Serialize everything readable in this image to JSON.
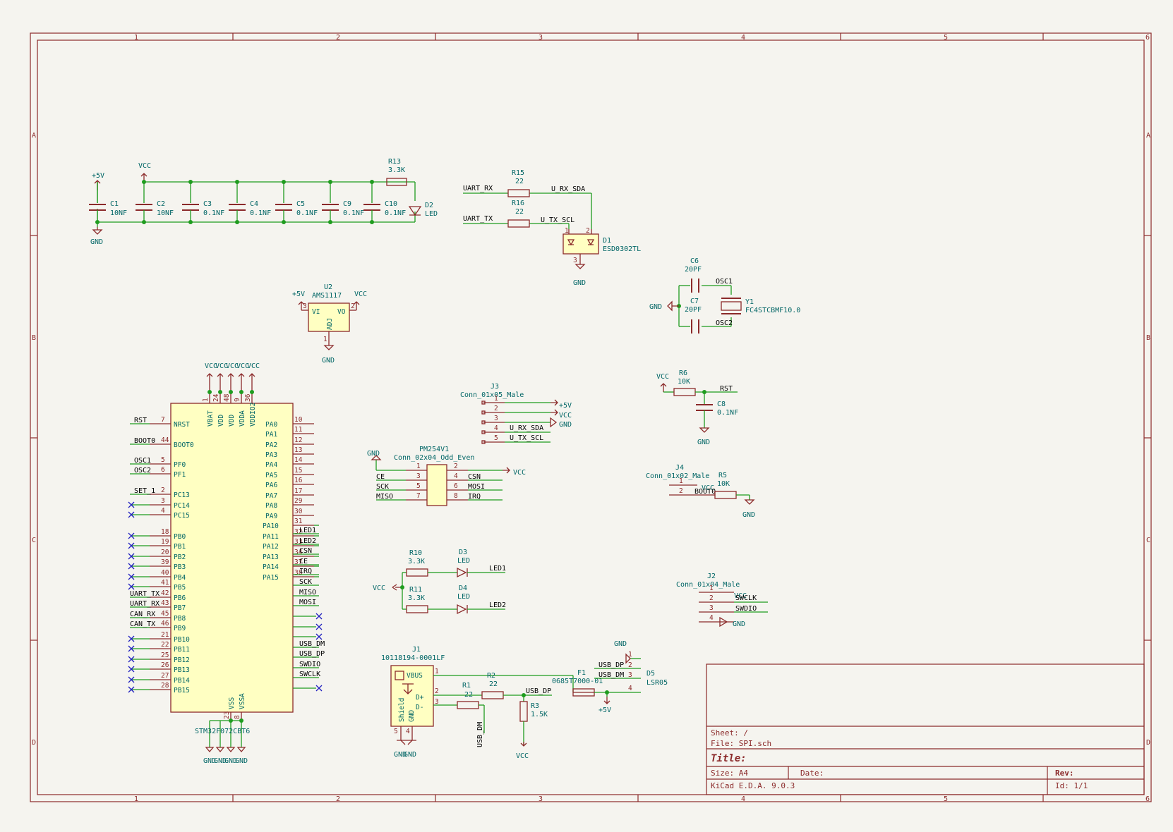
{
  "grid": {
    "cols": [
      "1",
      "2",
      "3",
      "4",
      "5",
      "6"
    ],
    "rows": [
      "A",
      "B",
      "C",
      "D"
    ]
  },
  "title_block": {
    "sheet": "Sheet: /",
    "file": "File: SPI.sch",
    "title": "Title:",
    "size": "Size: A4",
    "date": "Date:",
    "rev": "Rev:",
    "tool": "KiCad E.D.A. 9.0.3",
    "id": "Id: 1/1"
  },
  "power": {
    "p5v": "+5V",
    "vcc": "VCC",
    "gnd": "GND"
  },
  "caps": [
    {
      "ref": "C1",
      "val": "10NF"
    },
    {
      "ref": "C2",
      "val": "10NF"
    },
    {
      "ref": "C3",
      "val": "0.1NF"
    },
    {
      "ref": "C4",
      "val": "0.1NF"
    },
    {
      "ref": "C5",
      "val": "0.1NF"
    },
    {
      "ref": "C9",
      "val": "0.1NF"
    },
    {
      "ref": "C10",
      "val": "0.1NF"
    }
  ],
  "r13": {
    "ref": "R13",
    "val": "3.3K"
  },
  "d2": {
    "ref": "D2",
    "val": "LED"
  },
  "r15": {
    "ref": "R15",
    "val": "22"
  },
  "r16": {
    "ref": "R16",
    "val": "22"
  },
  "d1": {
    "ref": "D1",
    "val": "ESD0302TL"
  },
  "nets": {
    "uart_rx": "UART_RX",
    "uart_tx": "UART_TX",
    "u_rx_sda": "U_RX_SDA",
    "u_tx_scl": "U_TX_SCL",
    "osc1": "OSC1",
    "osc2": "OSC2",
    "rst": "RST",
    "boot0": "BOOT0",
    "set_1": "SET_1",
    "can_rx": "CAN_RX",
    "can_tx": "CAN_TX",
    "led1": "LED1",
    "led2": "LED2",
    "csn": "CSN",
    "ce": "CE",
    "irq": "IRQ",
    "sck": "SCK",
    "miso": "MISO",
    "mosi": "MOSI",
    "usb_dm": "USB_DM",
    "usb_dp": "USB_DP",
    "swdio": "SWDIO",
    "swclk": "SWCLK"
  },
  "u2": {
    "ref": "U2",
    "val": "AMS1117",
    "vi": "VI",
    "vo": "VO",
    "adj": "ADJ"
  },
  "c6": {
    "ref": "C6",
    "val": "20PF"
  },
  "c7": {
    "ref": "C7",
    "val": "20PF"
  },
  "y1": {
    "ref": "Y1",
    "val": "FC4STCBMF10.0"
  },
  "r6": {
    "ref": "R6",
    "val": "10K"
  },
  "c8": {
    "ref": "C8",
    "val": "0.1NF"
  },
  "j3": {
    "ref": "J3",
    "val": "Conn_01x05_Male"
  },
  "pm": {
    "ref": "PM254V1",
    "val": "Conn_02x04_Odd_Even"
  },
  "j4": {
    "ref": "J4",
    "val": "Conn_01x02_Male"
  },
  "r5": {
    "ref": "R5",
    "val": "10K"
  },
  "r10": {
    "ref": "R10",
    "val": "3.3K"
  },
  "r11": {
    "ref": "R11",
    "val": "3.3K"
  },
  "d3": {
    "ref": "D3",
    "val": "LED"
  },
  "d4": {
    "ref": "D4",
    "val": "LED"
  },
  "j2": {
    "ref": "J2",
    "val": "Conn_01x04_Male"
  },
  "j1": {
    "ref": "J1",
    "val": "10118194-0001LF",
    "vbus": "VBUS",
    "dp": "D+",
    "dm": "D-",
    "shield": "Shield",
    "gnd": "GND"
  },
  "r1": {
    "ref": "R1",
    "val": "22"
  },
  "r2": {
    "ref": "R2",
    "val": "22"
  },
  "r3": {
    "ref": "R3",
    "val": "1.5K"
  },
  "f1": {
    "ref": "F1",
    "val": "0685T7000-01"
  },
  "d5": {
    "ref": "D5",
    "val": "LSR05"
  },
  "u1": {
    "val": "STM32F072CBT6",
    "top": [
      "VBAT",
      "VDD",
      "VDD",
      "VDDA",
      "VDDIO2"
    ],
    "top_num": [
      "1",
      "24",
      "48",
      "9",
      "36"
    ],
    "bottom": [
      "VSS",
      "VSSA"
    ],
    "bottom_num": [
      "23",
      "8"
    ],
    "left": [
      {
        "name": "NRST",
        "num": "7"
      },
      {
        "name": "BOOT0",
        "num": "44"
      },
      {
        "name": "PF0",
        "num": "5"
      },
      {
        "name": "PF1",
        "num": "6"
      },
      {
        "name": "PC13",
        "num": "2"
      },
      {
        "name": "PC14",
        "num": "3"
      },
      {
        "name": "PC15",
        "num": "4"
      },
      {
        "name": "PB0",
        "num": "18"
      },
      {
        "name": "PB1",
        "num": "19"
      },
      {
        "name": "PB2",
        "num": "20"
      },
      {
        "name": "PB3",
        "num": "39"
      },
      {
        "name": "PB4",
        "num": "40"
      },
      {
        "name": "PB5",
        "num": "41"
      },
      {
        "name": "PB6",
        "num": "42"
      },
      {
        "name": "PB7",
        "num": "43"
      },
      {
        "name": "PB8",
        "num": "45"
      },
      {
        "name": "PB9",
        "num": "46"
      },
      {
        "name": "PB10",
        "num": "21"
      },
      {
        "name": "PB11",
        "num": "22"
      },
      {
        "name": "PB12",
        "num": "25"
      },
      {
        "name": "PB13",
        "num": "26"
      },
      {
        "name": "PB14",
        "num": "27"
      },
      {
        "name": "PB15",
        "num": "28"
      }
    ],
    "right": [
      {
        "name": "PA0",
        "num": "10"
      },
      {
        "name": "PA1",
        "num": "11"
      },
      {
        "name": "PA2",
        "num": "12"
      },
      {
        "name": "PA3",
        "num": "13"
      },
      {
        "name": "PA4",
        "num": "14"
      },
      {
        "name": "PA5",
        "num": "15"
      },
      {
        "name": "PA6",
        "num": "16"
      },
      {
        "name": "PA7",
        "num": "17"
      },
      {
        "name": "PA8",
        "num": "29"
      },
      {
        "name": "PA9",
        "num": "30"
      },
      {
        "name": "PA10",
        "num": "31"
      },
      {
        "name": "PA11",
        "num": "32"
      },
      {
        "name": "PA12",
        "num": "33"
      },
      {
        "name": "PA13",
        "num": "34"
      },
      {
        "name": "PA14",
        "num": "37"
      },
      {
        "name": "PA15",
        "num": "38"
      }
    ]
  },
  "conn_pins": {
    "j3": [
      "1",
      "2",
      "3",
      "4",
      "5"
    ],
    "pm": [
      "1",
      "2",
      "3",
      "4",
      "5",
      "6",
      "7",
      "8"
    ],
    "j4": [
      "1",
      "2"
    ],
    "j2": [
      "1",
      "2",
      "3",
      "4"
    ],
    "d5": [
      "1",
      "2",
      "3",
      "4"
    ],
    "j1": [
      "1",
      "2",
      "3",
      "4",
      "5"
    ],
    "d1": [
      "1",
      "2",
      "3"
    ],
    "u2": [
      "3",
      "2",
      "1"
    ]
  }
}
